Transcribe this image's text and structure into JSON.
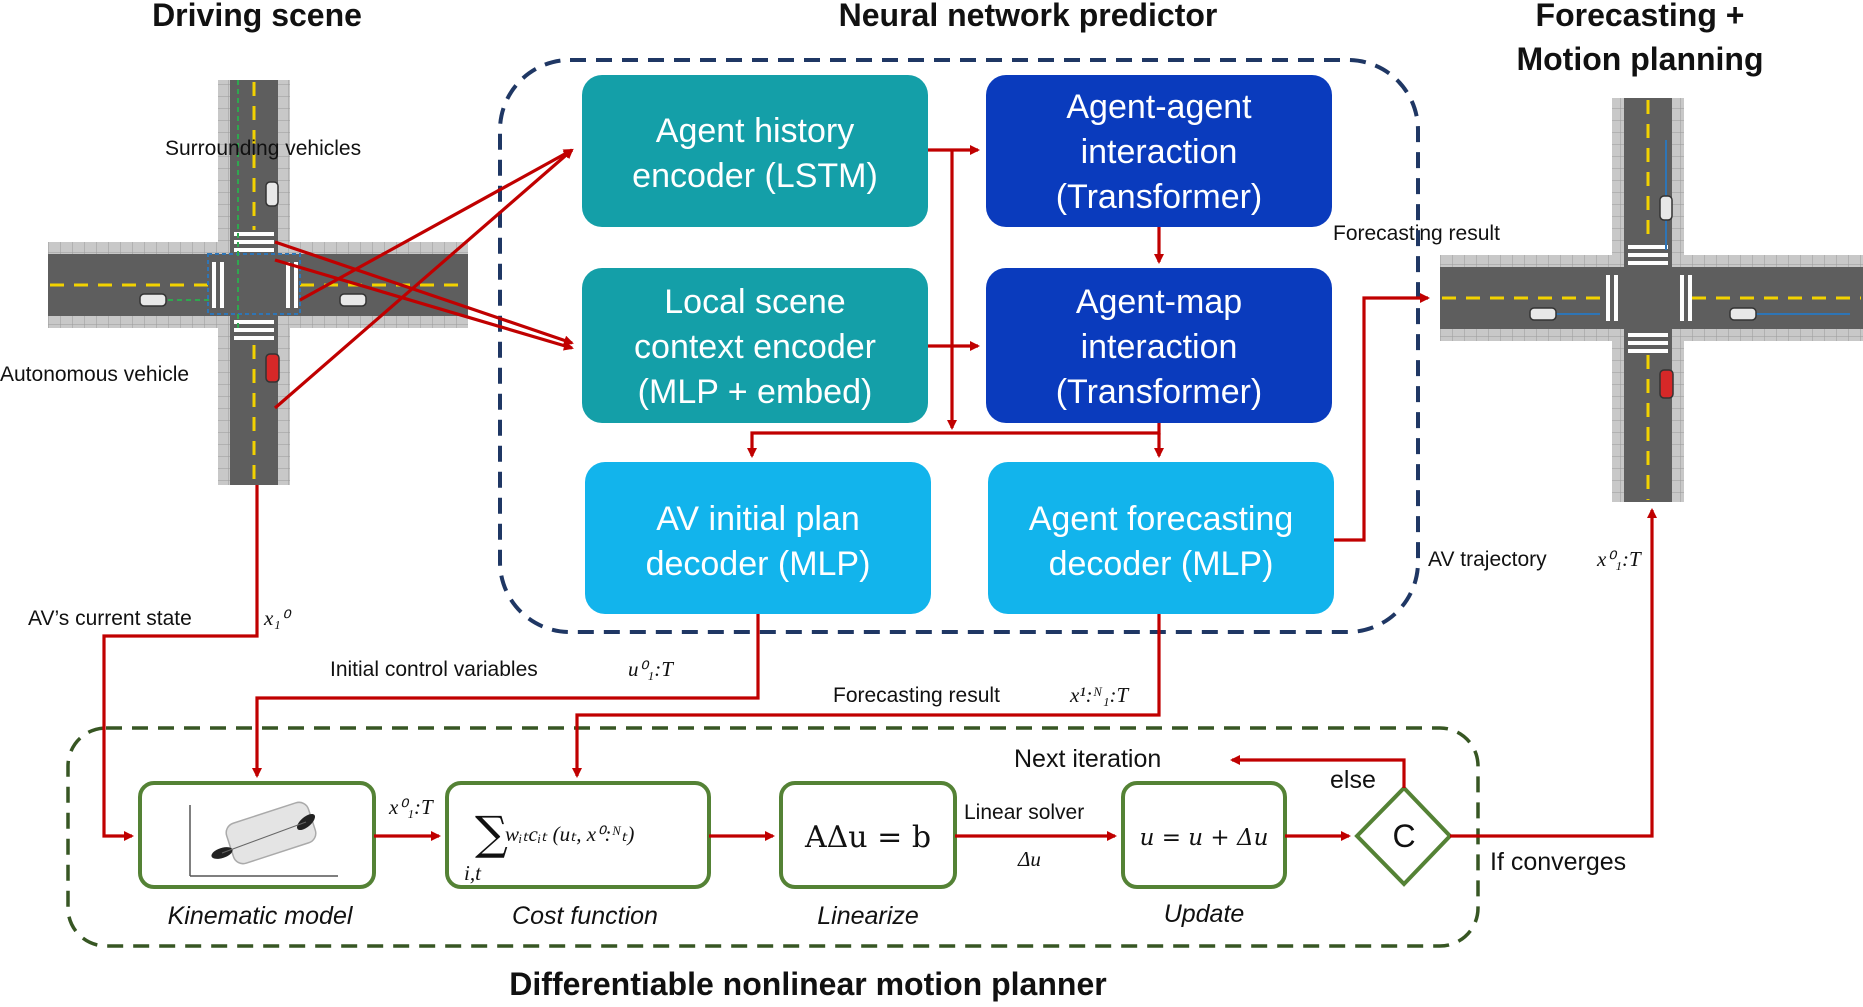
{
  "titles": {
    "driving_scene": "Driving scene",
    "nn_predictor": "Neural network predictor",
    "forecast_planning_line1": "Forecasting +",
    "forecast_planning_line2": "Motion planning",
    "planner": "Differentiable nonlinear motion planner"
  },
  "scene_labels": {
    "surrounding": "Surrounding vehicles",
    "autonomous": "Autonomous vehicle",
    "forecasting_result_top": "Forecasting result"
  },
  "modules": {
    "history_encoder": [
      "Agent history",
      "encoder (LSTM)"
    ],
    "agent_agent": [
      "Agent-agent",
      "interaction",
      "(Transformer)"
    ],
    "scene_encoder": [
      "Local scene",
      "context encoder",
      "(MLP + embed)"
    ],
    "agent_map": [
      "Agent-map",
      "interaction",
      "(Transformer)"
    ],
    "plan_decoder": [
      "AV initial plan",
      "decoder (MLP)"
    ],
    "forecast_decoder": [
      "Agent forecasting",
      "decoder (MLP)"
    ]
  },
  "flow_labels": {
    "current_state": "AV’s current state",
    "current_state_math": "x₁⁰",
    "initial_control": "Initial control variables",
    "initial_control_math": "u⁰₁:T",
    "forecast_result": "Forecasting result",
    "forecast_result_math": "x¹:ᴺ₁:T",
    "av_trajectory": "AV trajectory",
    "av_trajectory_math": "x⁰₁:T",
    "state_traj_math": "x⁰₁:T",
    "linear_solver": "Linear solver",
    "delta_u": "Δu",
    "next_iteration": "Next iteration",
    "else": "else",
    "if_converges": "If converges"
  },
  "planner_steps": {
    "kinematic": "Kinematic model",
    "cost": "Cost function",
    "linearize": "Linearize",
    "update": "Update",
    "cost_formula": "wᵢₜcᵢₜ (uₜ, x⁰:ᴺₜ)",
    "sum_symbol": "∑",
    "sum_subscript": "i,t",
    "linearize_formula": "AΔu = b",
    "update_formula": "u = u + Δu",
    "converge_symbol": "C"
  },
  "colors": {
    "teal": "#149fa8",
    "dark_blue": "#0a3bbd",
    "light_blue": "#12b4ec",
    "arrow_red": "#c00000",
    "green_border": "#548235",
    "navy_dash": "#1f3764",
    "green_dash": "#375623"
  }
}
